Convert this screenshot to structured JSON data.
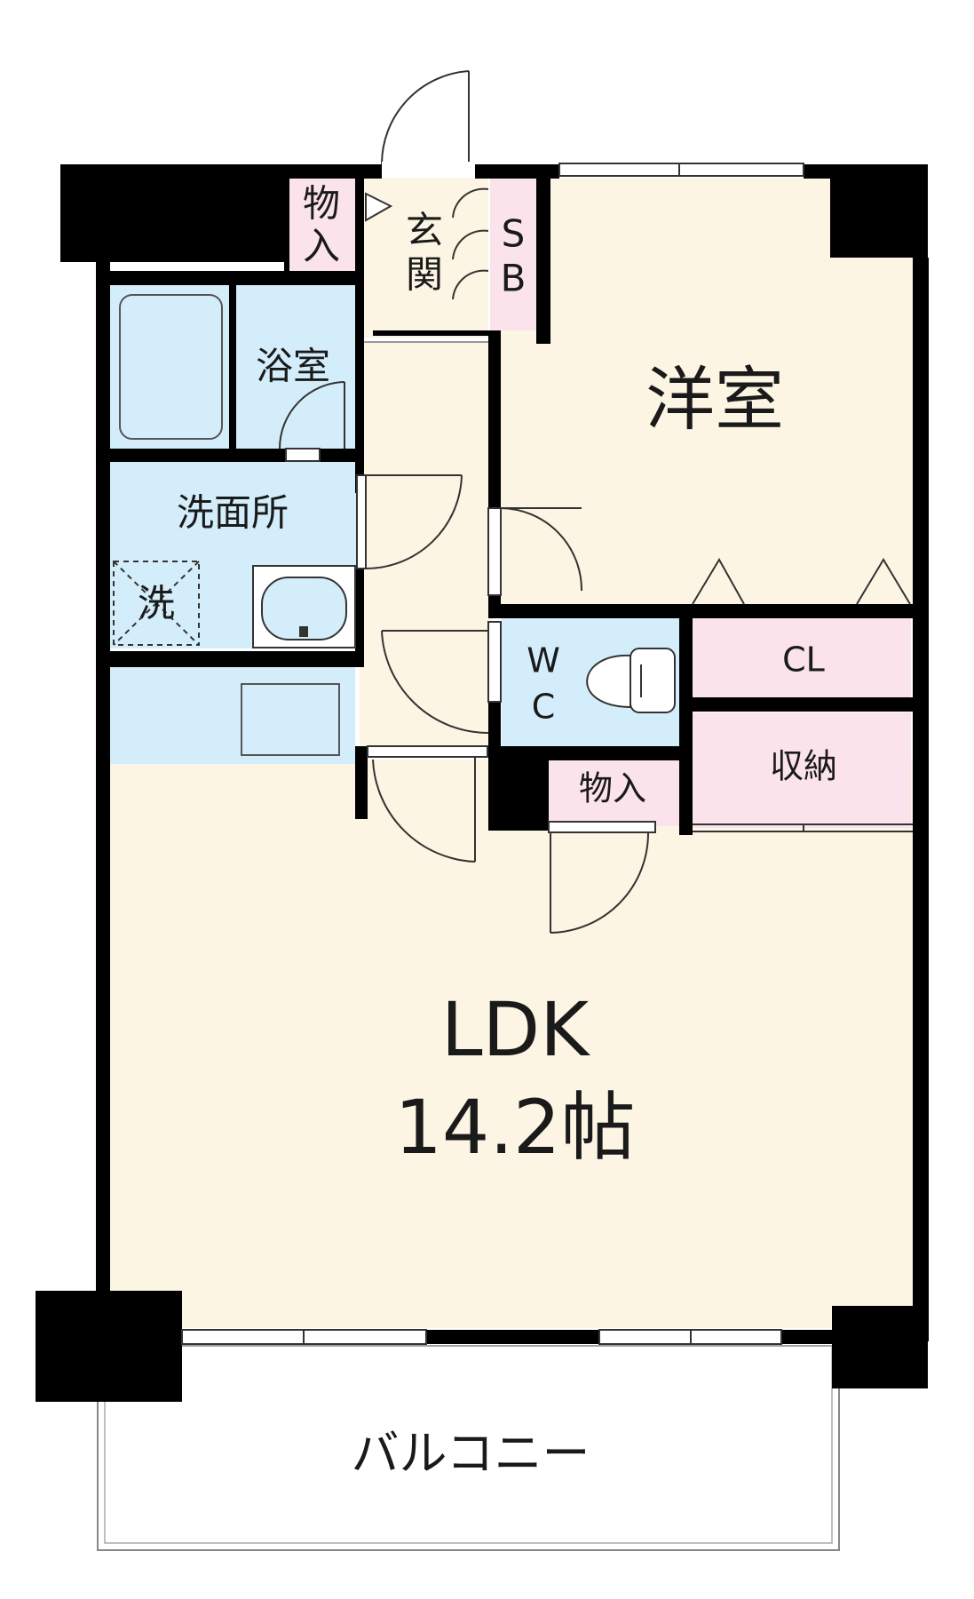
{
  "rooms": {
    "western_room": "洋室",
    "bathroom": "浴室",
    "washroom": "洗面所",
    "laundry": "洗",
    "entrance_top": "玄",
    "entrance_bottom": "関",
    "storage_top_left_1": "物",
    "storage_top_left_2": "入",
    "shoe_box_1": "S",
    "shoe_box_2": "B",
    "wc_1": "W",
    "wc_2": "C",
    "closet": "CL",
    "storage": "収納",
    "storage_small": "物入",
    "ldk": "LDK",
    "ldk_size": "14.2帖",
    "balcony": "バルコニー"
  },
  "colors": {
    "wall": "#000000",
    "living_floor": "#fdf5e3",
    "wet_area": "#d3eefa",
    "storage_fill": "#fbe3ec",
    "balcony": "#ffffff"
  }
}
